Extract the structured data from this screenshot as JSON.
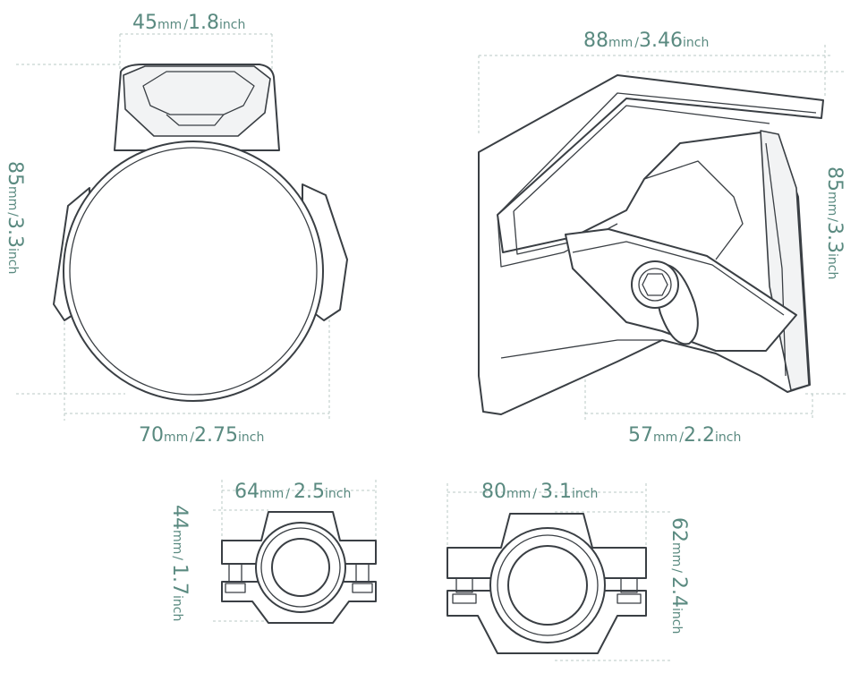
{
  "views": {
    "front": {
      "width": {
        "mm_value": "70",
        "mm_unit": "mm",
        "sep": "/",
        "in_value": "2.75",
        "in_unit": "inch"
      },
      "top_width": {
        "mm_value": "45",
        "mm_unit": "mm",
        "sep": "/",
        "in_value": "1.8",
        "in_unit": "inch"
      },
      "height": {
        "mm_value": "85",
        "mm_unit": "mm",
        "sep": "/",
        "in_value": "3.3",
        "in_unit": "inch"
      }
    },
    "side": {
      "length": {
        "mm_value": "88",
        "mm_unit": "mm",
        "sep": "/",
        "in_value": "3.46",
        "in_unit": "inch"
      },
      "base": {
        "mm_value": "57",
        "mm_unit": "mm",
        "sep": "/",
        "in_value": "2.2",
        "in_unit": "inch"
      },
      "height": {
        "mm_value": "85",
        "mm_unit": "mm",
        "sep": "/",
        "in_value": "3.3",
        "in_unit": "inch"
      }
    },
    "clamp_small": {
      "width": {
        "mm_value": "64",
        "mm_unit": "mm",
        "sep": "/",
        "in_value": "2.5",
        "in_unit": "inch"
      },
      "height": {
        "mm_value": "44",
        "mm_unit": "mm",
        "sep": "/",
        "in_value": "1.7",
        "in_unit": "inch"
      }
    },
    "clamp_large": {
      "width": {
        "mm_value": "80",
        "mm_unit": "mm",
        "sep": "/",
        "in_value": "3.1",
        "in_unit": "inch"
      },
      "height": {
        "mm_value": "62",
        "mm_unit": "mm",
        "sep": "/",
        "in_value": "2.4",
        "in_unit": "inch"
      }
    }
  },
  "colors": {
    "dimension_text": "#5a8a80",
    "dimension_line": "#b9c9c5",
    "outline": "#3a3f44"
  }
}
